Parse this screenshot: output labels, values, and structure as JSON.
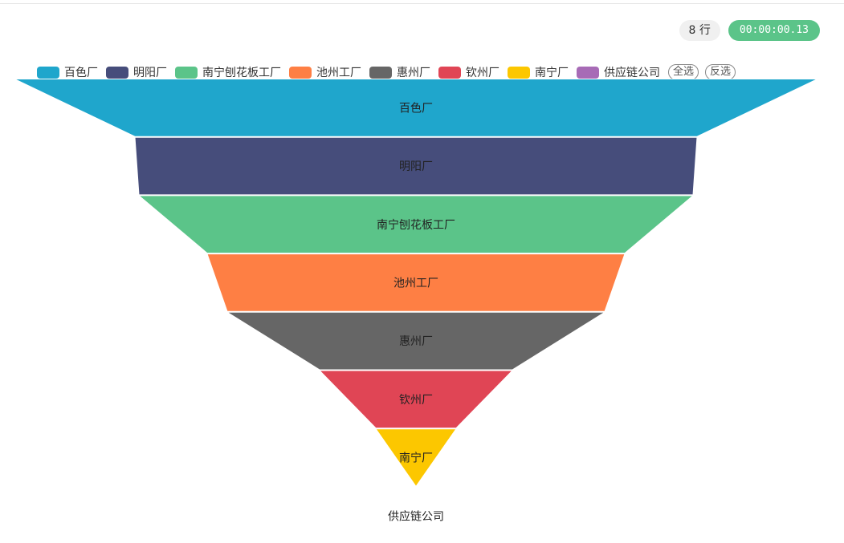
{
  "status": {
    "row_count": "8 行",
    "elapsed": "00:00:00.13"
  },
  "legend_controls": {
    "select_all": "全选",
    "invert": "反选"
  },
  "chart_data": {
    "type": "funnel",
    "sort": "descending",
    "categories": [
      "百色厂",
      "明阳厂",
      "南宁刨花板工厂",
      "池州工厂",
      "惠州厂",
      "钦州厂",
      "南宁厂",
      "供应链公司"
    ],
    "values": [
      100,
      70,
      69,
      52,
      47,
      24,
      10,
      0
    ],
    "colors": [
      "#1fa6cc",
      "#464d7b",
      "#5bc489",
      "#fe7f44",
      "#666666",
      "#e04555",
      "#fcc700",
      "#a76bb6"
    ],
    "max": 100,
    "legend": {
      "position": "top",
      "entries": [
        "百色厂",
        "明阳厂",
        "南宁刨花板工厂",
        "池州工厂",
        "惠州厂",
        "钦州厂",
        "南宁厂",
        "供应链公司"
      ]
    }
  }
}
